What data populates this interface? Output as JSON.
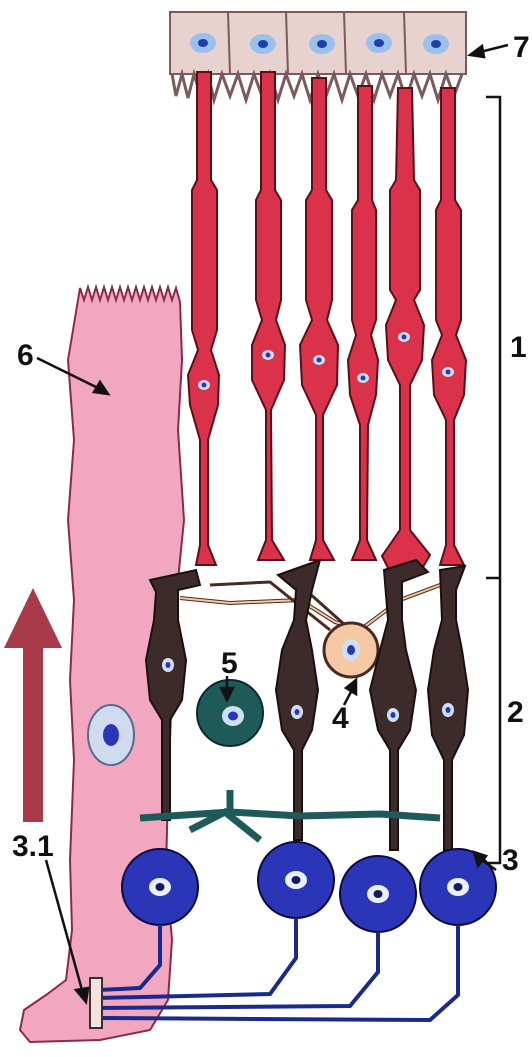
{
  "labels": {
    "l1": "1",
    "l2": "2",
    "l3": "3",
    "l3_1": "3.1",
    "l4": "4",
    "l5": "5",
    "l6": "6",
    "l7": "7"
  },
  "colors": {
    "photoreceptor": "#d9324a",
    "photoreceptor_outline": "#5a1018",
    "bipolar": "#3d2a2a",
    "ganglion": "#2a35b8",
    "amacrine": "#1f5a5a",
    "horizontal": "#f4c9a4",
    "muller": "#f2a7c1",
    "pigment": "#e8d2cf",
    "nucleus": "#8fb4e6",
    "arrow": "#a83a4a"
  }
}
